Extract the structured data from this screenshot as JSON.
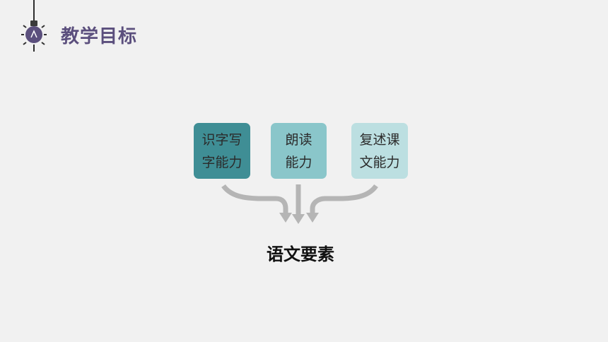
{
  "header": {
    "icon": "lightbulb-icon",
    "title": "教学目标"
  },
  "abilities": [
    {
      "line1": "识字写",
      "line2": "字能力",
      "color": "#3f8e95"
    },
    {
      "line1": "朗读",
      "line2": "能力",
      "color": "#8ac6ca"
    },
    {
      "line1": "复述课",
      "line2": "文能力",
      "color": "#bcdfe1"
    }
  ],
  "arrows_icon": "converging-arrows-icon",
  "conclusion": "语文要素",
  "colors": {
    "background": "#f1f1f1",
    "title": "#5b4f7d",
    "arrow": "#b5b5b5"
  }
}
